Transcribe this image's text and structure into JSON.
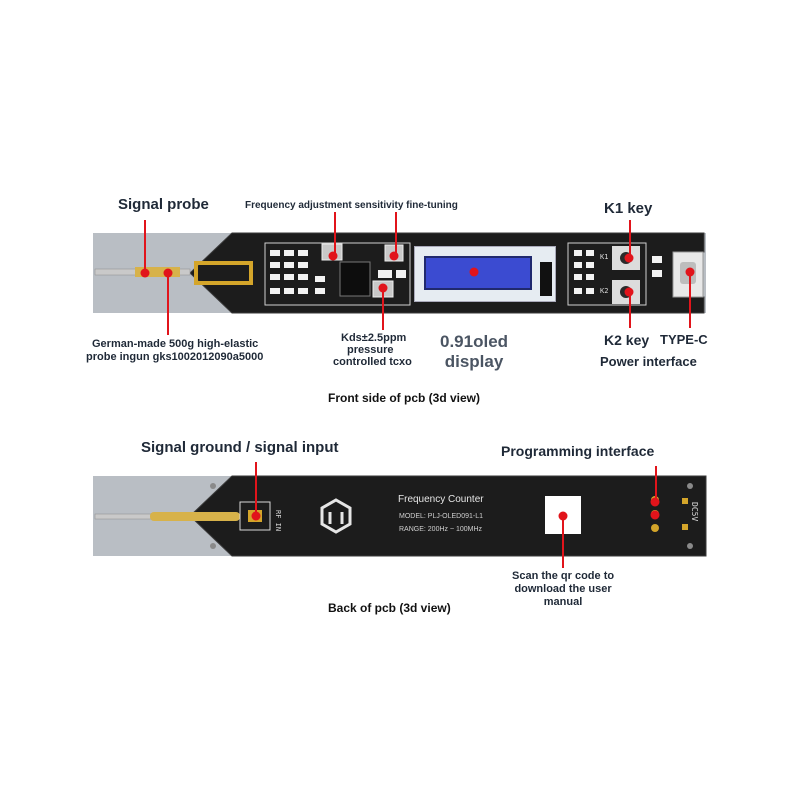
{
  "front": {
    "caption": "Front side of pcb (3d view)",
    "labels": {
      "signal_probe": "Signal probe",
      "freq_adjust": "Frequency adjustment sensitivity fine-tuning",
      "k1_key": "K1 key",
      "probe_desc_line1": "German-made 500g high-elastic",
      "probe_desc_line2": "probe ingun gks1002012090a5000",
      "tcxo_line1": "Kds±2.5ppm",
      "tcxo_line2": "pressure",
      "tcxo_line3": "controlled tcxo",
      "oled_line1": "0.91oled",
      "oled_line2": "display",
      "k2_key": "K2 key",
      "type_c": "TYPE-C",
      "power_interface": "Power interface"
    },
    "silk": {
      "k1": "K1",
      "k2": "K2"
    }
  },
  "back": {
    "caption": "Back of pcb (3d view)",
    "labels": {
      "signal_ground": "Signal ground / signal input",
      "programming_interface": "Programming interface",
      "qr_line1": "Scan the qr code to",
      "qr_line2": "download the user",
      "qr_line3": "manual"
    },
    "silk": {
      "title": "Frequency Counter",
      "model": "MODEL: PLJ-OLED091-L1",
      "range": "RANGE: 200Hz ~ 100MHz",
      "rf_in": "RF IN",
      "dc5v": "DC5V"
    }
  },
  "colors": {
    "pcb": "#1c1c1c",
    "marker": "#e1141b",
    "oled": "#3b4bd1",
    "gold": "#d4a52a",
    "gray_bg": "#b9bec4"
  }
}
